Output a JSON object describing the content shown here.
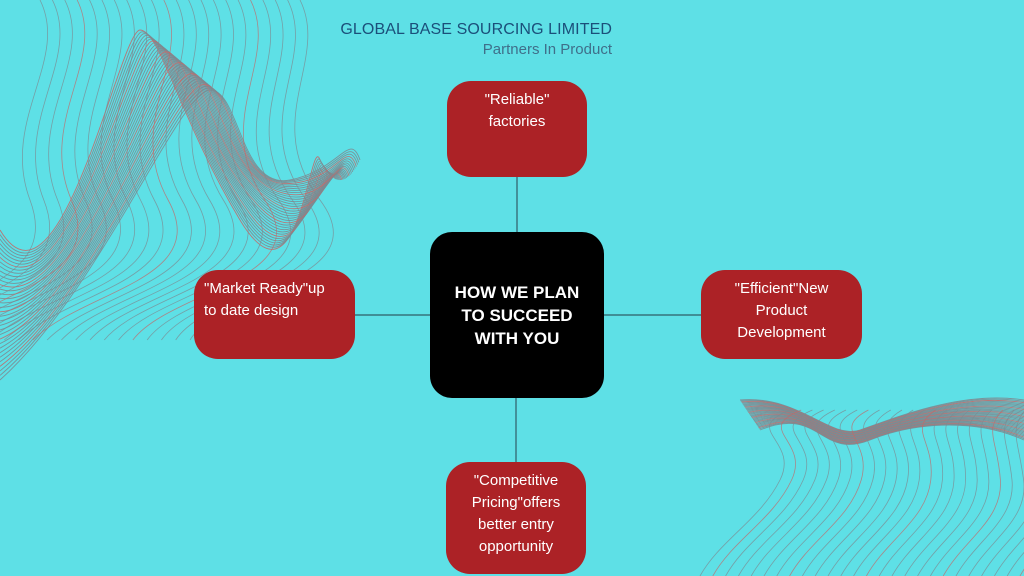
{
  "header": {
    "company_name": "GLOBAL BASE SOURCING LIMITED",
    "tagline": "Partners In Product"
  },
  "diagram": {
    "center_label": "HOW WE PLAN\nTO SUCCEED\nWITH YOU",
    "nodes": {
      "top": "\"Reliable\"\nfactories",
      "left": "\"Market Ready\"up\nto date design",
      "right": "\"Efficient\"New\nProduct\nDevelopment",
      "bottom": "\"Competitive\nPricing\"offers\nbetter entry\nopportunity"
    }
  },
  "colors": {
    "background": "#5ee0e6",
    "node_fill": "#ac2226",
    "center_fill": "#000000",
    "connector": "#2f5c66",
    "wave_line": "#7d8a90",
    "wave_accent": "#c26a6a"
  }
}
